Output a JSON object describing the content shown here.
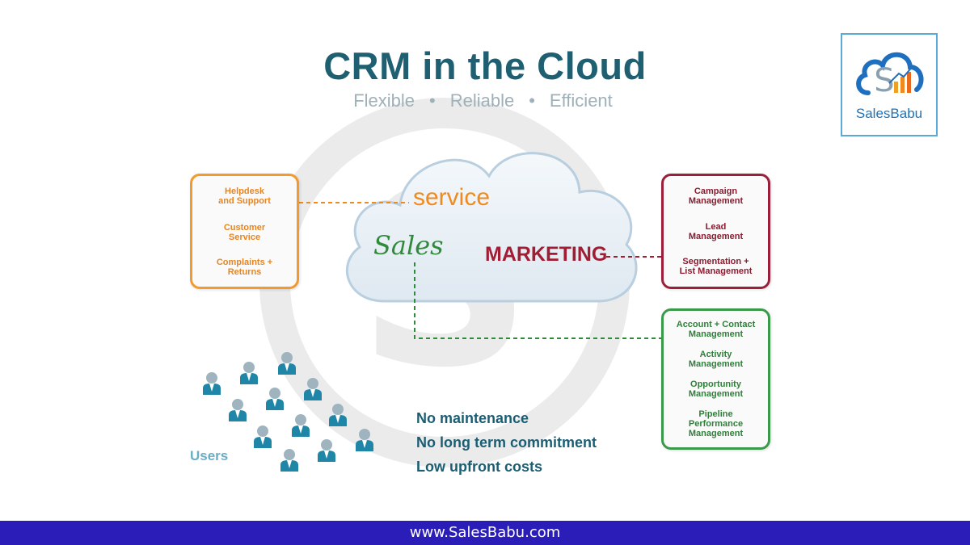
{
  "title": "CRM in the Cloud",
  "tagline": {
    "items": [
      "Flexible",
      "Reliable",
      "Efficient"
    ],
    "separator": "•"
  },
  "logo": {
    "name": "SalesBabu",
    "icon": "cloud-chart-logo-icon"
  },
  "cloud": {
    "service": "service",
    "sales": "Sales",
    "marketing": "MARKETING"
  },
  "service_box": {
    "items": [
      "Helpdesk\nand Support",
      "Customer\nService",
      "Complaints +\nReturns"
    ]
  },
  "marketing_box": {
    "items": [
      "Campaign\nManagement",
      "Lead\nManagement",
      "Segmentation +\nList Management"
    ]
  },
  "sales_box": {
    "items": [
      "Account + Contact\nManagement",
      "Activity\nManagement",
      "Opportunity\nManagement",
      "Pipeline\nPerformance\nManagement"
    ]
  },
  "benefits": [
    "No maintenance",
    "No long term commitment",
    "Low upfront costs"
  ],
  "users_label": "Users",
  "footer": "www.SalesBabu.com",
  "colors": {
    "title": "#1f5f72",
    "service": "#f08a1e",
    "sales": "#2f8a3c",
    "marketing": "#a01d34",
    "footer_bg": "#2b1eb8",
    "user_icon": "#1f86a8"
  }
}
